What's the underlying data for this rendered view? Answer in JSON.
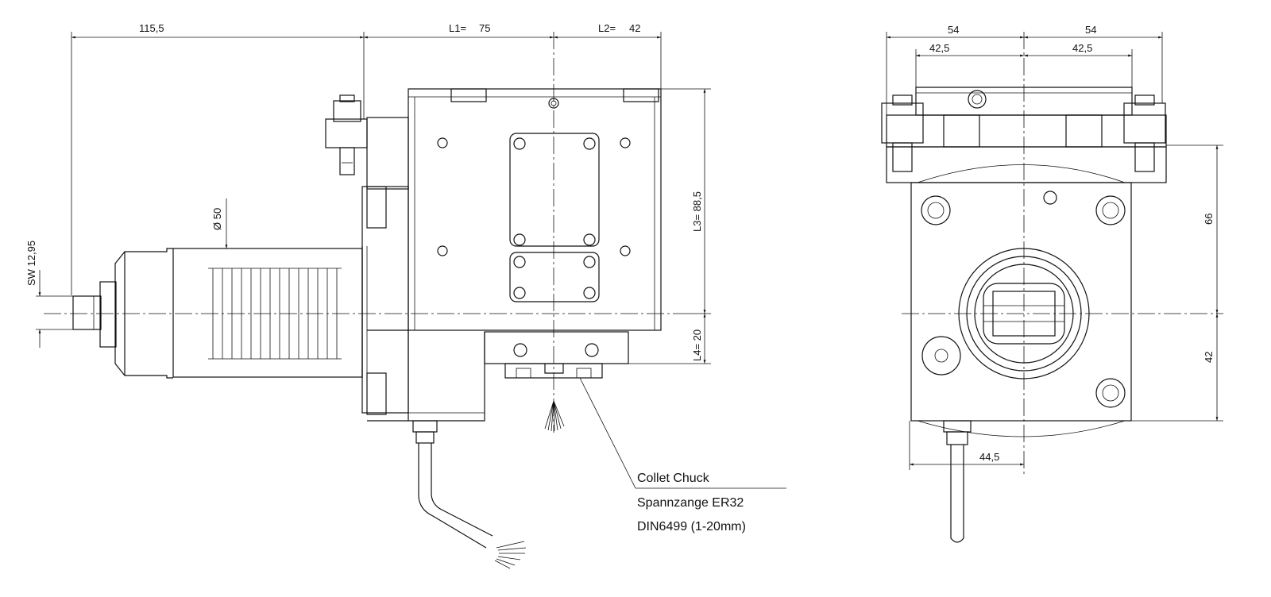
{
  "side_view": {
    "dim_overhang": "115,5",
    "dim_l1_prefix": "L1=",
    "dim_l1_value": "75",
    "dim_l2_prefix": "L2=",
    "dim_l2_value": "42",
    "dim_l3": "L3=   88,5",
    "dim_l4": "L4=   20",
    "dim_diameter": "Ø 50",
    "dim_sw": "SW  12,95"
  },
  "front_view": {
    "dim_half_width_left": "54",
    "dim_half_width_right": "54",
    "dim_bolt_left": "42,5",
    "dim_bolt_right": "42,5",
    "dim_height_top": "66",
    "dim_height_bottom": "42",
    "dim_offset": "44,5"
  },
  "callout": {
    "line1": "Collet Chuck",
    "line2": "Spannzange ER32",
    "line3": "DIN6499 (1-20mm)"
  }
}
